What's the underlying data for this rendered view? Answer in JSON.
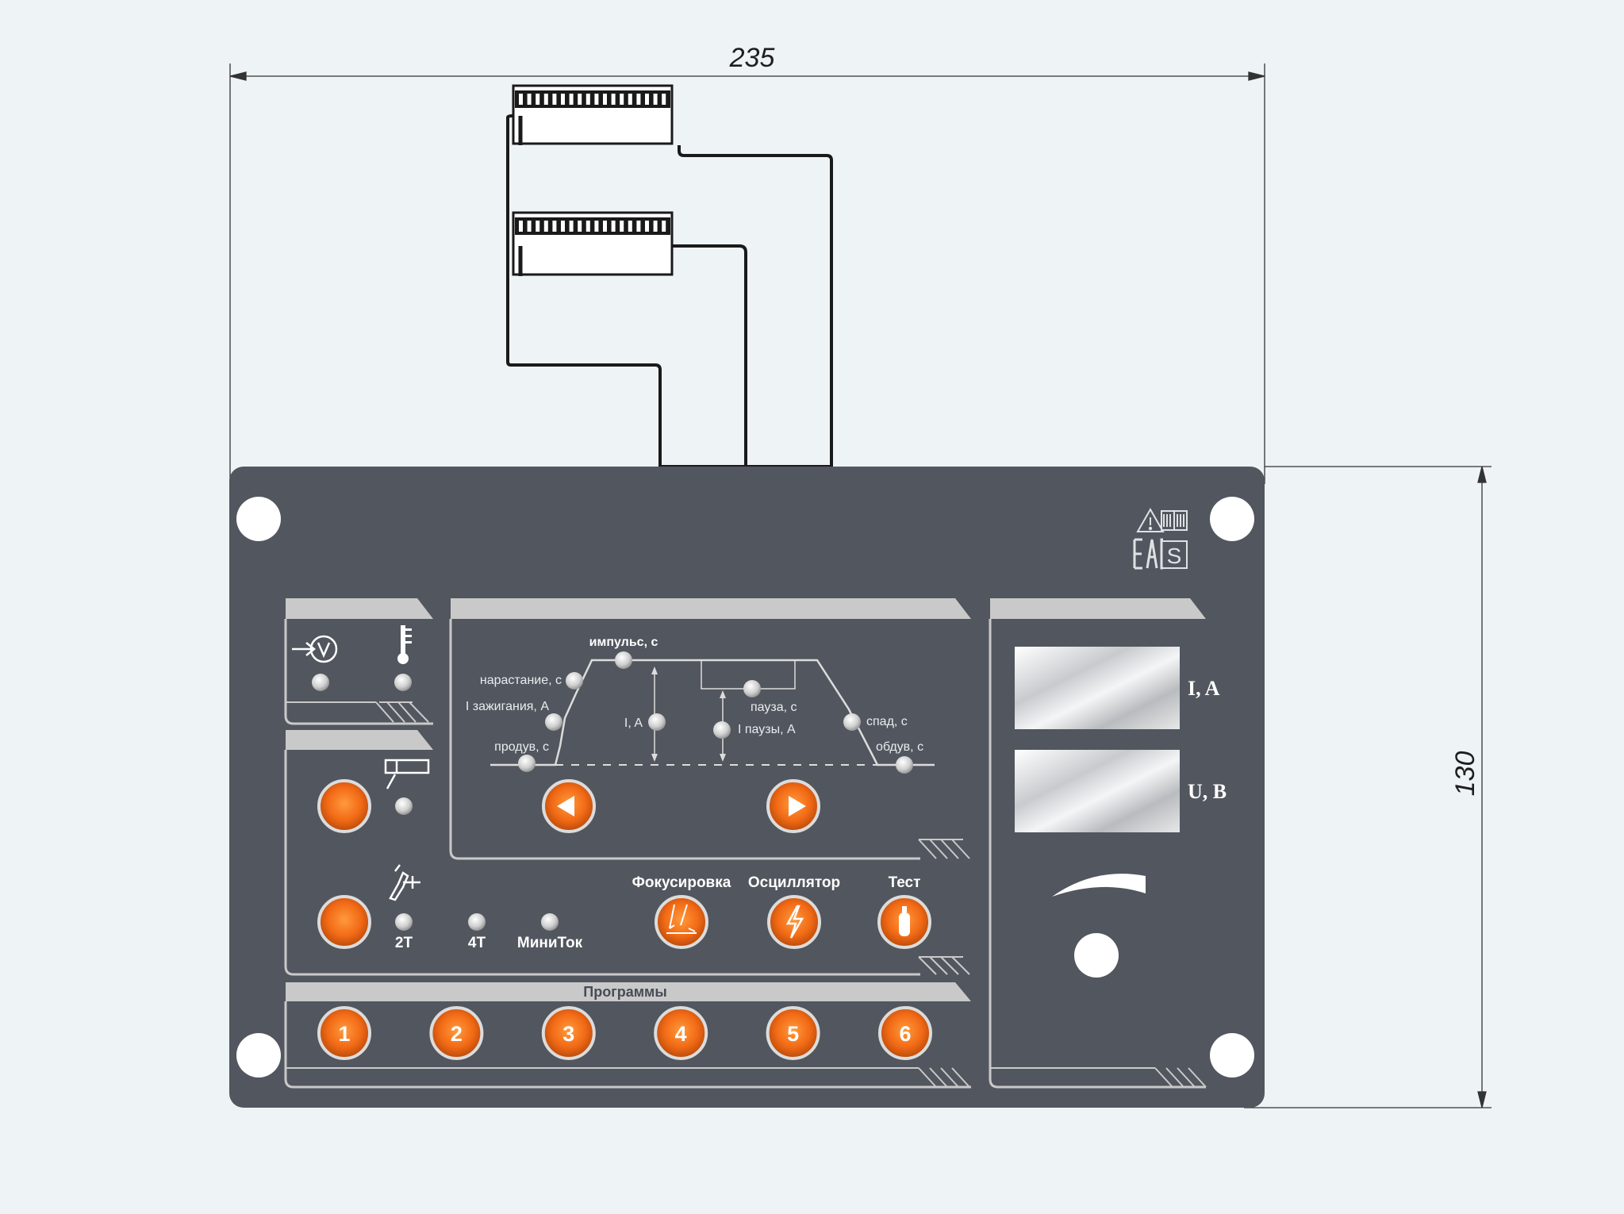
{
  "dimensions": {
    "width": "235",
    "height": "130"
  },
  "colors": {
    "panel": "#52565e",
    "accent_orange": "#f26a16",
    "led": "#c8c8c8",
    "outline": "#1a1a1a",
    "background": "#eef3f6"
  },
  "status_panel": {
    "indicators": [
      {
        "icon": "voltage-reduction-icon"
      },
      {
        "icon": "thermometer-icon"
      }
    ]
  },
  "cycle_panel": {
    "labels": {
      "impulse": "импульс, с",
      "rise": "нарастание, с",
      "ignition_current": "I зажигания, А",
      "prepurge": "продув, с",
      "current": "I, A",
      "pause": "пауза, с",
      "pause_current": "I паузы, А",
      "decay": "спад, с",
      "postpurge": "обдув, с"
    },
    "nav": {
      "prev_icon": "arrow-left-icon",
      "next_icon": "arrow-right-icon"
    }
  },
  "mode_panel": {
    "modes": [
      "2T",
      "4T",
      "МиниТок"
    ],
    "functions": [
      {
        "label": "Фокусировка",
        "icon": "focus-icon"
      },
      {
        "label": "Осциллятор",
        "icon": "lightning-icon"
      },
      {
        "label": "Тест",
        "icon": "gas-cylinder-icon"
      }
    ]
  },
  "programs": {
    "title": "Программы",
    "buttons": [
      "1",
      "2",
      "3",
      "4",
      "5",
      "6"
    ]
  },
  "display_panel": {
    "current_unit": "I, A",
    "voltage_unit": "U, B"
  },
  "marks": [
    "warning-icon",
    "manual-icon",
    "eac-mark",
    "s-mark"
  ]
}
